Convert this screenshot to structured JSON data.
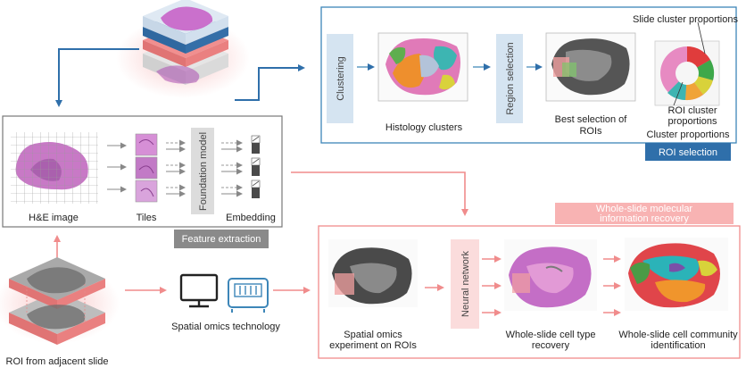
{
  "panels": {
    "roi_selection": {
      "clustering": "Clustering",
      "histology_clusters": "Histology clusters",
      "region_selection": "Region selection",
      "best_selection_line1": "Best selection of",
      "best_selection_line2": "ROIs",
      "slide_cluster_proportions": "Slide cluster proportions",
      "roi_cluster_line1": "ROI cluster",
      "roi_cluster_line2": "proportions",
      "cluster_proportions": "Cluster proportions",
      "tag": "ROI selection"
    },
    "feature_extraction": {
      "he_image": "H&E image",
      "tiles": "Tiles",
      "foundation_model": "Foundation model",
      "embedding": "Embedding",
      "tag": "Feature extraction"
    },
    "molecular_recovery": {
      "tag_line1": "Whole-slide molecular",
      "tag_line2": "information recovery",
      "spatial_exp_line1": "Spatial omics",
      "spatial_exp_line2": "experiment on ROIs",
      "neural_network": "Neural network",
      "cell_type_line1": "Whole-slide cell type",
      "cell_type_line2": "recovery",
      "community_line1": "Whole-slide cell community",
      "community_line2": "identification"
    }
  },
  "spatial_omics_technology": "Spatial omics technology",
  "roi_adjacent": "ROI from adjacent slide",
  "colors": {
    "blue": "#2f6faa",
    "panel_blue_border": "#3d86b8",
    "salmon": "#f08c8c",
    "light_blue_box": "#d5e4f1",
    "gray_tag": "#8a8a8a",
    "pink_box": "#fbdcdc"
  }
}
